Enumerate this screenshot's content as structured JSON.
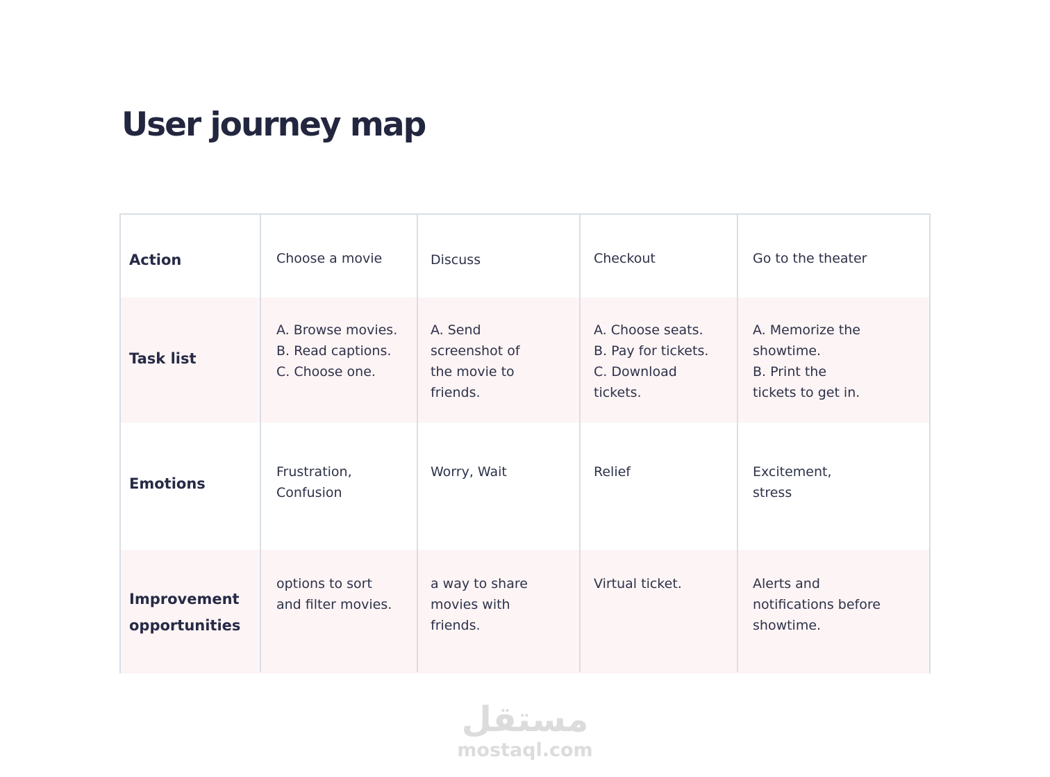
{
  "title": "User journey map",
  "rows": [
    {
      "label": "Action",
      "cells": [
        "Choose a movie",
        "Discuss",
        "Checkout",
        "Go to the theater"
      ]
    },
    {
      "label": "Task list",
      "cells": [
        "A. Browse movies.\nB. Read captions.\nC. Choose one.",
        "A. Send\nscreenshot of\nthe movie to\nfriends.",
        "A. Choose seats.\nB. Pay for tickets.\nC. Download\ntickets.",
        "A. Memorize the\nshowtime.\nB. Print the\ntickets to get in."
      ]
    },
    {
      "label": "Emotions",
      "cells": [
        "Frustration,\nConfusion",
        "Worry, Wait",
        "Relief",
        "Excitement,\nstress"
      ]
    },
    {
      "label": "Improvement\nopportunities",
      "cells": [
        "options to sort\nand filter movies.",
        "a way to share\nmovies with\nfriends.",
        "Virtual ticket.",
        "Alerts and\nnotifications before\nshowtime."
      ]
    }
  ],
  "watermark": {
    "arabic": "مستقل",
    "latin": "mostaql.com"
  }
}
